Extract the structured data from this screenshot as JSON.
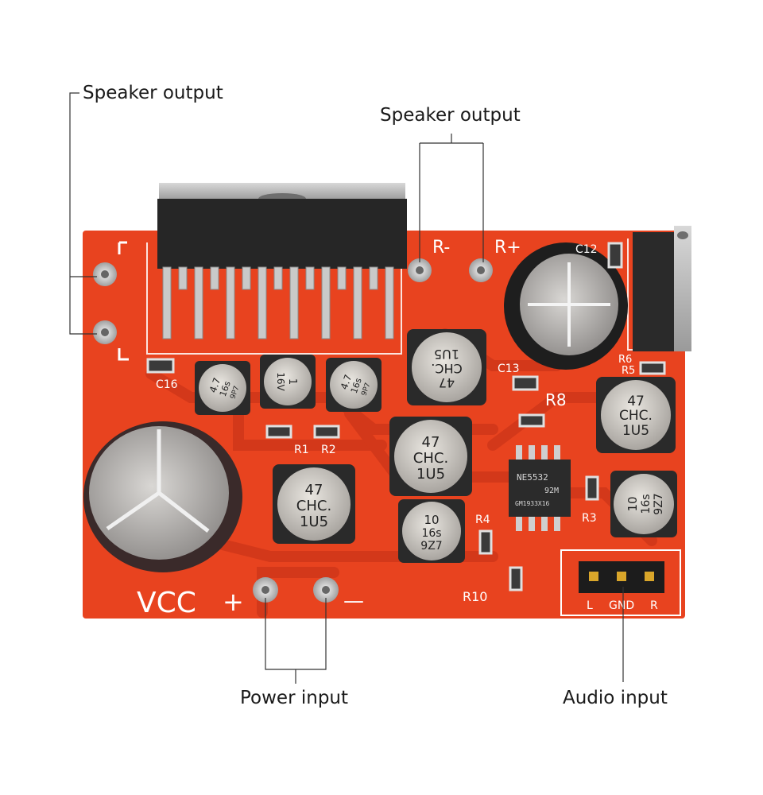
{
  "callouts": {
    "speaker_output_left": "Speaker output",
    "speaker_output_top": "Speaker output",
    "power_input": "Power input",
    "audio_input": "Audio input"
  },
  "board": {
    "silkscreen": {
      "r_minus": "R-",
      "r_plus": "R+",
      "vcc": "VCC",
      "plus": "+",
      "minus": "—",
      "c12": "C12",
      "c13": "C13",
      "c16": "C16",
      "r1": "R1",
      "r2": "R2",
      "r3": "R3",
      "r4": "R4",
      "r5": "R5",
      "r6": "R6",
      "r8": "R8",
      "r10": "R10",
      "l": "L",
      "gnd": "GND",
      "r": "R"
    },
    "ic": {
      "line1": "NE5532",
      "line2": "92M",
      "line3": "GM1933X16"
    },
    "caps": {
      "cap_47_a": [
        "47",
        "CHC.",
        "1U5"
      ],
      "cap_47_b": [
        "47",
        "CHC.",
        "1U5"
      ],
      "cap_47_c": [
        "47",
        "CHC.",
        "1U5"
      ],
      "cap_47_d": [
        "47",
        "CHC.",
        "1U5"
      ],
      "cap_10_a": [
        "10",
        "16s",
        "9Z7"
      ],
      "cap_10_b": [
        "10",
        "16s",
        "9Z7"
      ],
      "cap_4_7_a": [
        "4.7",
        "16s",
        "9P7"
      ],
      "cap_4_7_b": [
        "4.7",
        "16s",
        "9P7"
      ],
      "cap_1_16v": [
        "1",
        "16V"
      ]
    },
    "colors": {
      "pcb": "#e8431f",
      "trace": "#d5391a",
      "silk": "#ffffff"
    }
  }
}
